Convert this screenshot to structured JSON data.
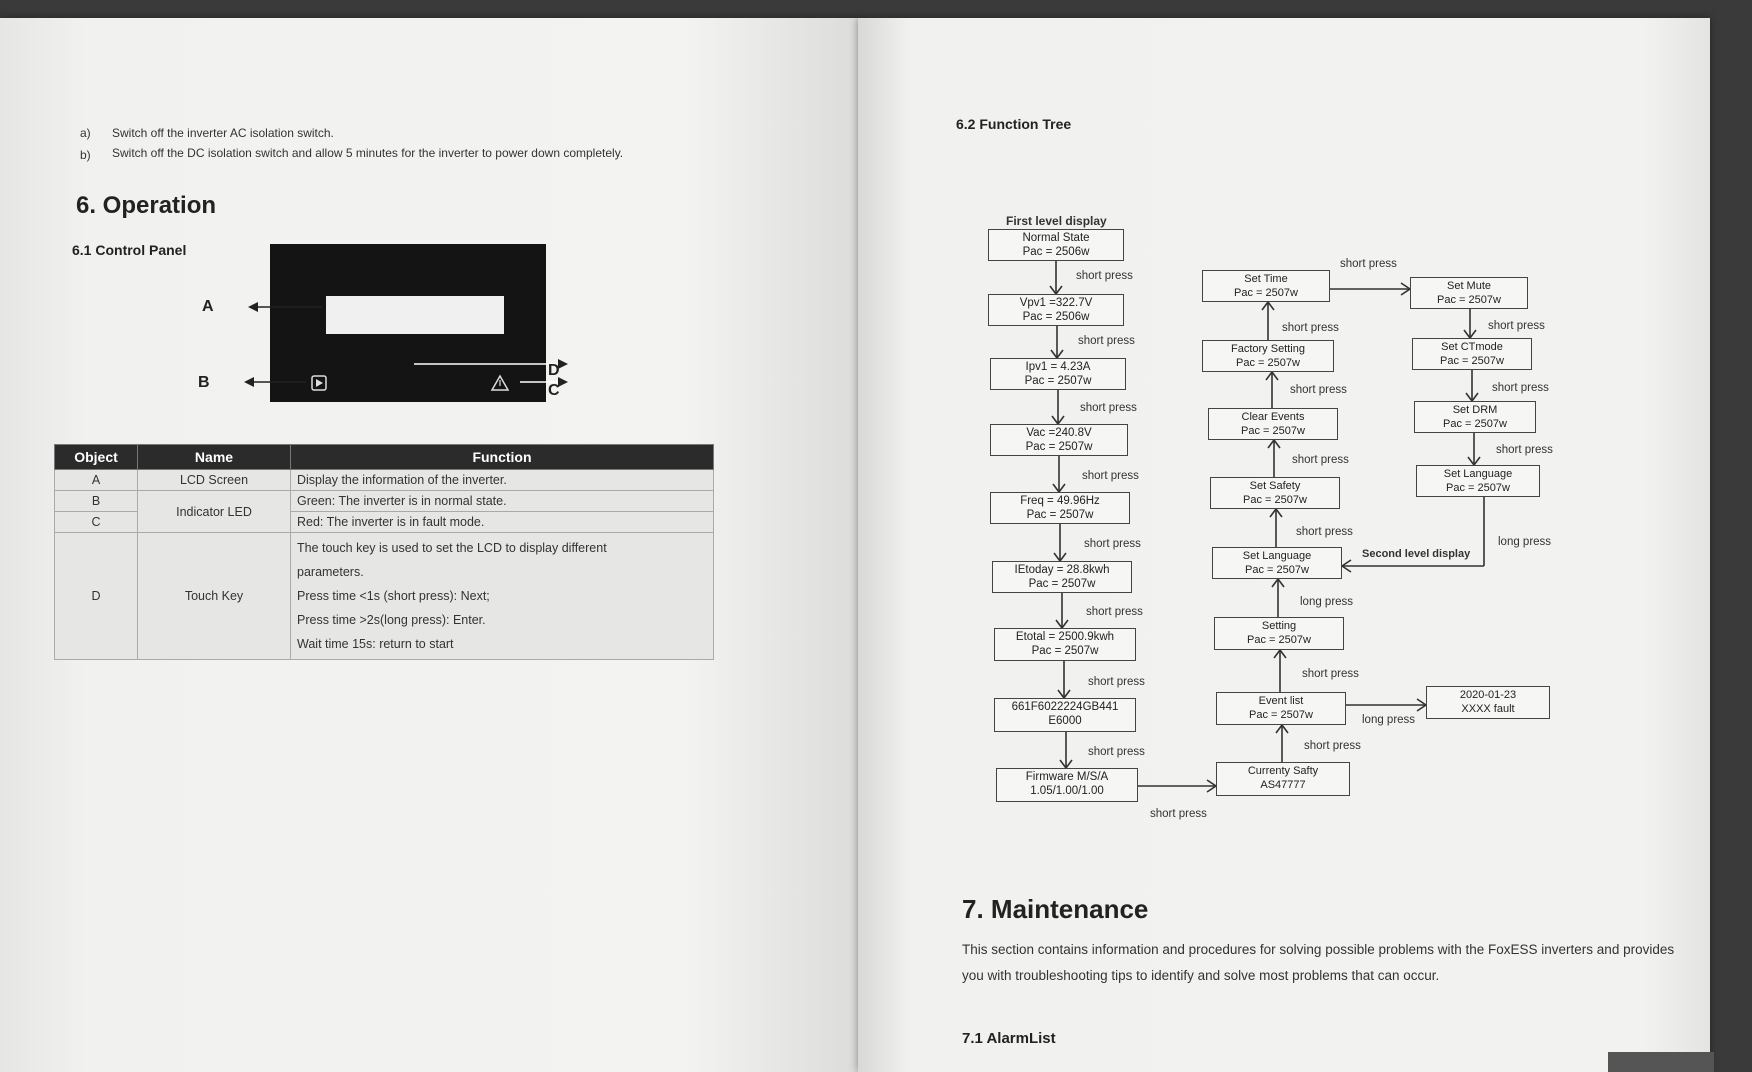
{
  "left": {
    "steps": [
      {
        "marker": "a)",
        "text": "Switch off the inverter AC isolation switch."
      },
      {
        "marker": "b)",
        "text": "Switch off the DC isolation switch and allow 5 minutes for the inverter to power down completely."
      }
    ],
    "section_title": "6. Operation",
    "subsection_title": "6.1 Control Panel",
    "panel_labels": {
      "a": "A",
      "b": "B",
      "d": "D",
      "c": "C"
    },
    "table": {
      "headers": [
        "Object",
        "Name",
        "Function"
      ],
      "rows": [
        {
          "object": "A",
          "name": "LCD Screen",
          "function": "Display the information of the inverter."
        },
        {
          "object": "B",
          "name": "Indicator LED",
          "function": "Green: The inverter is in normal state."
        },
        {
          "object": "C",
          "function": "Red: The inverter is in fault mode."
        },
        {
          "object": "D",
          "name": "Touch Key",
          "function_lines": [
            "The touch key is used to set the LCD to display different",
            "parameters.",
            "Press time <1s (short press): Next;",
            "Press time >2s(long press): Enter.",
            "Wait time 15s: return to start"
          ]
        }
      ]
    }
  },
  "right": {
    "section_title": "6.2 Function Tree",
    "first_level_label": "First level display",
    "second_level_label": "Second level display",
    "col1": [
      {
        "l1": "Normal State",
        "l2": "Pac = 2506w"
      },
      {
        "l1": "Vpv1 =322.7V",
        "l2": "Pac = 2506w"
      },
      {
        "l1": "Ipv1 = 4.23A",
        "l2": "Pac = 2507w"
      },
      {
        "l1": "Vac =240.8V",
        "l2": "Pac =  2507w"
      },
      {
        "l1": "Freq = 49.96Hz",
        "l2": "Pac = 2507w"
      },
      {
        "l1": "IEtoday = 28.8kwh",
        "l2": "Pac = 2507w"
      },
      {
        "l1": "Etotal = 2500.9kwh",
        "l2": "Pac = 2507w"
      },
      {
        "l1": "661F6022224GB441",
        "l2": "E6000"
      },
      {
        "l1": "Firmware M/S/A",
        "l2": "1.05/1.00/1.00"
      }
    ],
    "col2": [
      {
        "l1": "Set Time",
        "l2": "Pac = 2507w"
      },
      {
        "l1": "Factory Setting",
        "l2": "Pac = 2507w"
      },
      {
        "l1": "Clear Events",
        "l2": "Pac = 2507w"
      },
      {
        "l1": "Set Safety",
        "l2": "Pac = 2507w"
      },
      {
        "l1": "Set Language",
        "l2": "Pac = 2507w"
      },
      {
        "l1": "Setting",
        "l2": "Pac = 2507w"
      },
      {
        "l1": "Event list",
        "l2": "Pac = 2507w"
      },
      {
        "l1": "Currenty Safty",
        "l2": "AS47777"
      }
    ],
    "col3": [
      {
        "l1": "Set Mute",
        "l2": "Pac = 2507w"
      },
      {
        "l1": "Set CTmode",
        "l2": "Pac = 2507w"
      },
      {
        "l1": "Set DRM",
        "l2": "Pac = 2507w"
      },
      {
        "l1": "Set  Language",
        "l2": "Pac = 2507w"
      }
    ],
    "event_detail": {
      "l1": "2020-01-23",
      "l2": "XXXX fault"
    },
    "short_press": "short press",
    "long_press": "long press",
    "maintenance_title": "7. Maintenance",
    "maintenance_text_1": "This section contains information and procedures for solving possible problems with the FoxESS inverters and provides",
    "maintenance_text_2": "you with troubleshooting tips to identify and solve most problems that can occur.",
    "alarm_title": "7.1 AlarmList"
  }
}
